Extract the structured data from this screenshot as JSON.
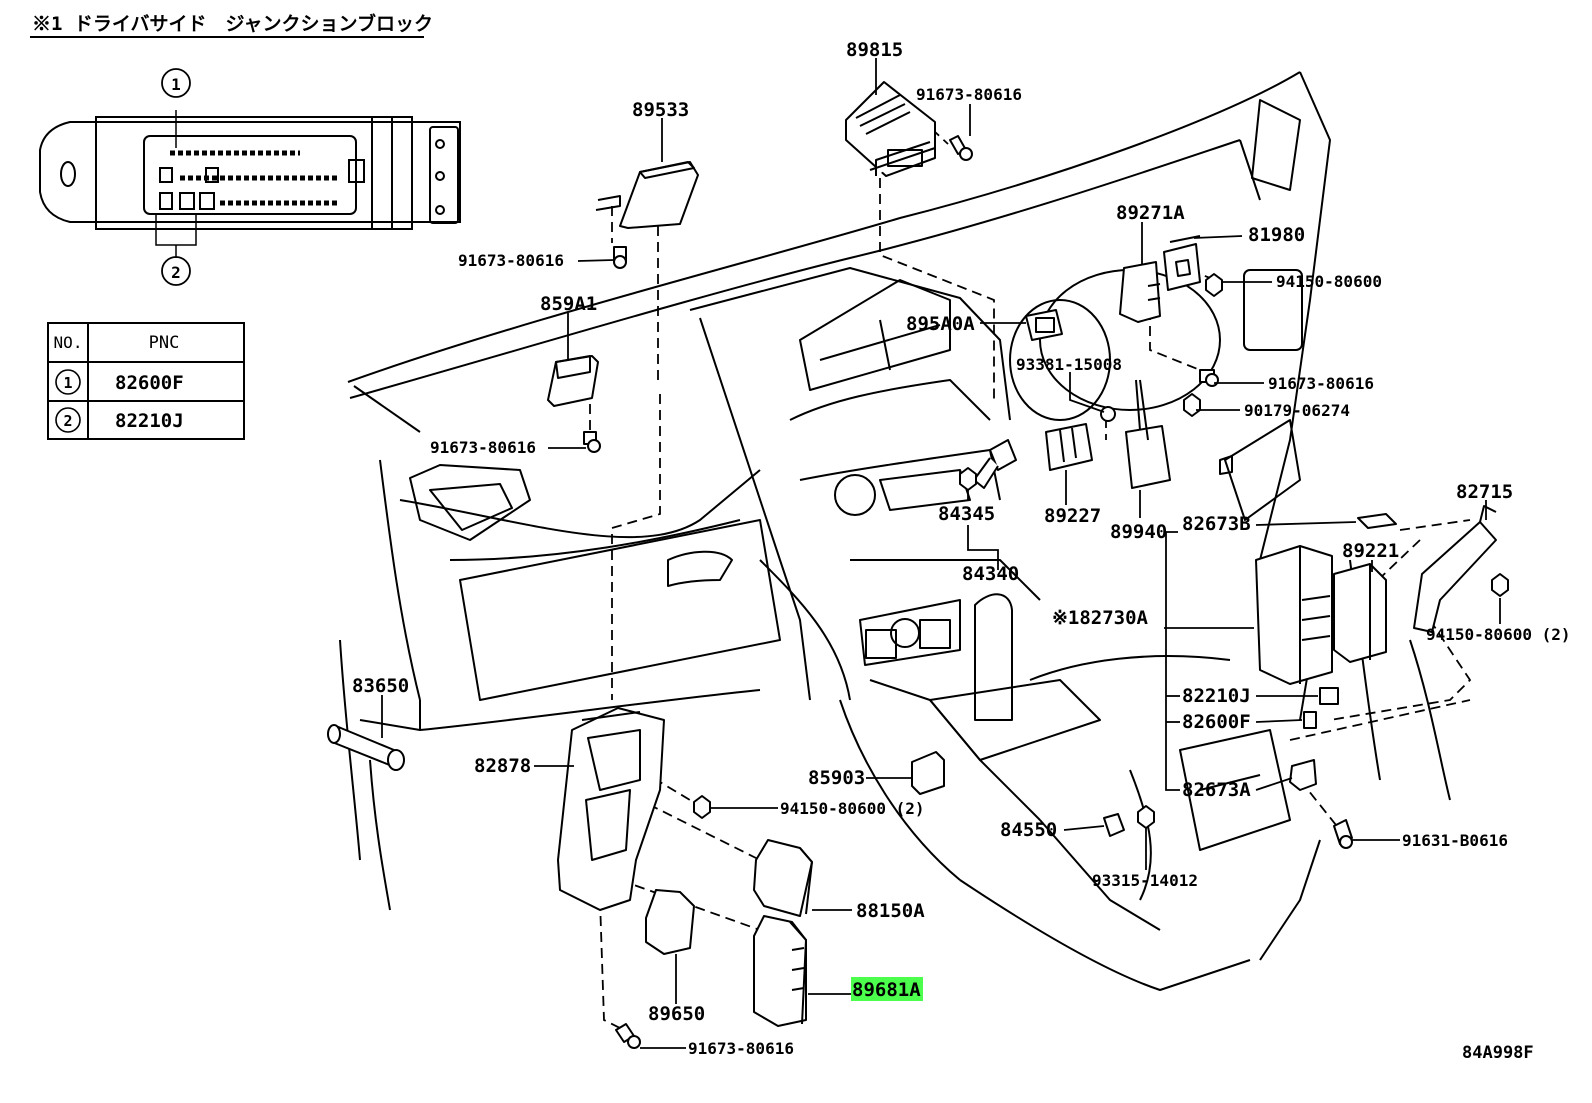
{
  "inset": {
    "title": "※1 ドライバサイド　ジャンクションブロック",
    "callout_1": "1",
    "callout_2": "2"
  },
  "pnc_table": {
    "header_no": "NO.",
    "header_pnc": "PNC",
    "rows": [
      {
        "no": "1",
        "pnc": "82600F"
      },
      {
        "no": "2",
        "pnc": "82210J"
      }
    ]
  },
  "parts": {
    "p89815": "89815",
    "p91673_a": "91673-80616",
    "p89533": "89533",
    "p91673_b": "91673-80616",
    "p859A1": "859A1",
    "p91673_c": "91673-80616",
    "p89271A": "89271A",
    "p81980": "81980",
    "p94150_a": "94150-80600",
    "p895A0A": "895A0A",
    "p93381": "93381-15008",
    "p91673_d": "91673-80616",
    "p90179": "90179-06274",
    "p84345": "84345",
    "p89227": "89227",
    "p89940": "89940",
    "p82673B": "82673B",
    "p82715": "82715",
    "p89221": "89221",
    "p84340": "84340",
    "p82730A": "※182730A",
    "p94150_b": "94150-80600 (2)",
    "p83650": "83650",
    "p82210J": "82210J",
    "p82600F": "82600F",
    "p82878": "82878",
    "p85903": "85903",
    "p82673A": "82673A",
    "p94150_c": "94150-80600 (2)",
    "p84550": "84550",
    "p91631": "91631-B0616",
    "p93315": "93315-14012",
    "p88150A": "88150A",
    "p89681A": "89681A",
    "p89650": "89650",
    "p91673_e": "91673-80616"
  },
  "diagram_code": "84A998F",
  "highlight_color": "#4cff4c"
}
